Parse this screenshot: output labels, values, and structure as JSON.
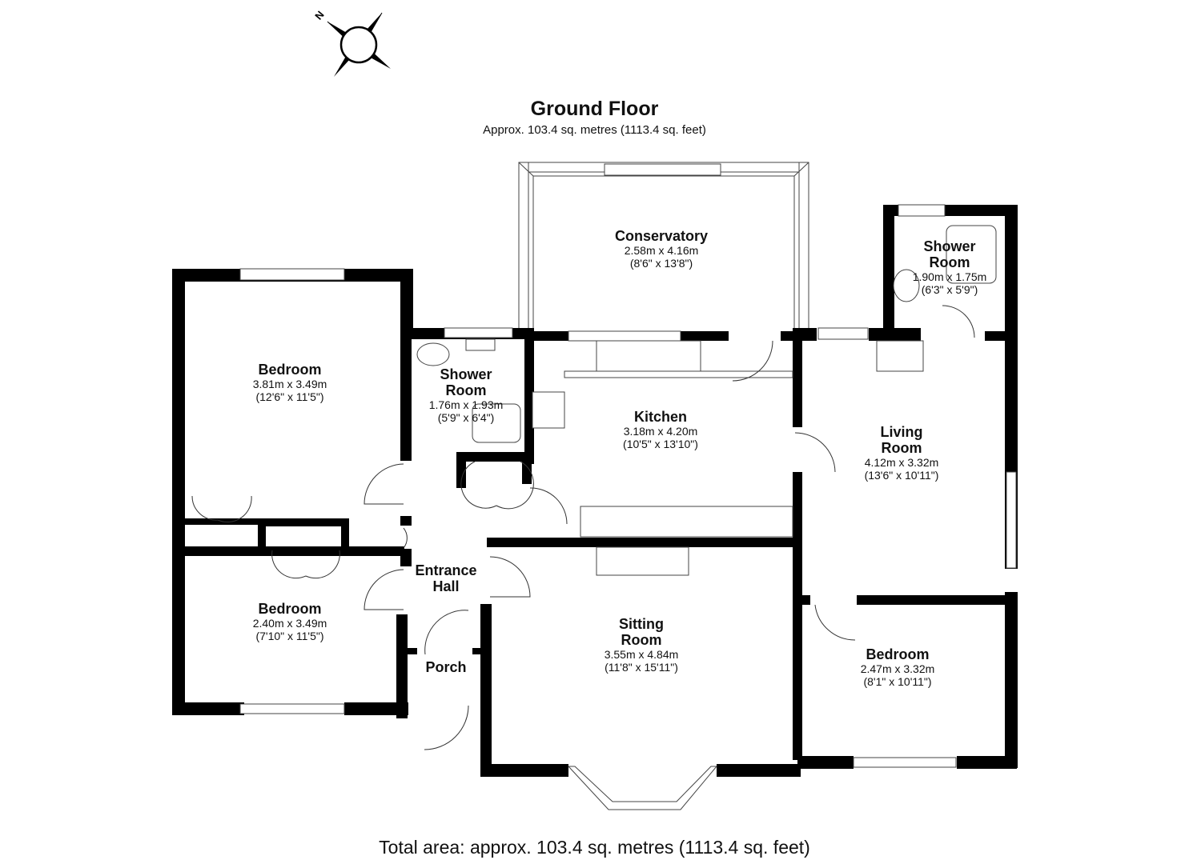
{
  "header": {
    "title": "Ground Floor",
    "subtitle": "Approx. 103.4 sq. metres (1113.4 sq. feet)"
  },
  "compass": {
    "icon": "compass-north-arrow-icon",
    "north_label": "N"
  },
  "rooms": [
    {
      "id": "conservatory",
      "name": "Conservatory",
      "metric": "2.58m x 4.16m",
      "imperial": "(8'6\" x 13'8\")"
    },
    {
      "id": "shower-room-east",
      "name": "Shower\nRoom",
      "metric": "1.90m x 1.75m",
      "imperial": "(6'3\" x 5'9\")"
    },
    {
      "id": "bedroom-1",
      "name": "Bedroom",
      "metric": "3.81m x 3.49m",
      "imperial": "(12'6\" x 11'5\")"
    },
    {
      "id": "shower-room-west",
      "name": "Shower\nRoom",
      "metric": "1.76m x 1.93m",
      "imperial": "(5'9\" x 6'4\")"
    },
    {
      "id": "kitchen",
      "name": "Kitchen",
      "metric": "3.18m x 4.20m",
      "imperial": "(10'5\" x 13'10\")"
    },
    {
      "id": "living-room",
      "name": "Living\nRoom",
      "metric": "4.12m x 3.32m",
      "imperial": "(13'6\" x 10'11\")"
    },
    {
      "id": "entrance-hall",
      "name": "Entrance\nHall",
      "metric": "",
      "imperial": ""
    },
    {
      "id": "bedroom-2",
      "name": "Bedroom",
      "metric": "2.40m x 3.49m",
      "imperial": "(7'10\" x 11'5\")"
    },
    {
      "id": "sitting-room",
      "name": "Sitting\nRoom",
      "metric": "3.55m x 4.84m",
      "imperial": "(11'8\" x 15'11\")"
    },
    {
      "id": "porch",
      "name": "Porch",
      "metric": "",
      "imperial": ""
    },
    {
      "id": "bedroom-3",
      "name": "Bedroom",
      "metric": "2.47m x 3.32m",
      "imperial": "(8'1\" x 10'11\")"
    }
  ],
  "footer": {
    "total_area": "Total area: approx. 103.4 sq. metres (1113.4 sq. feet)"
  },
  "colors": {
    "wall": "#000000",
    "background": "#ffffff",
    "fixture_stroke": "#444444"
  }
}
